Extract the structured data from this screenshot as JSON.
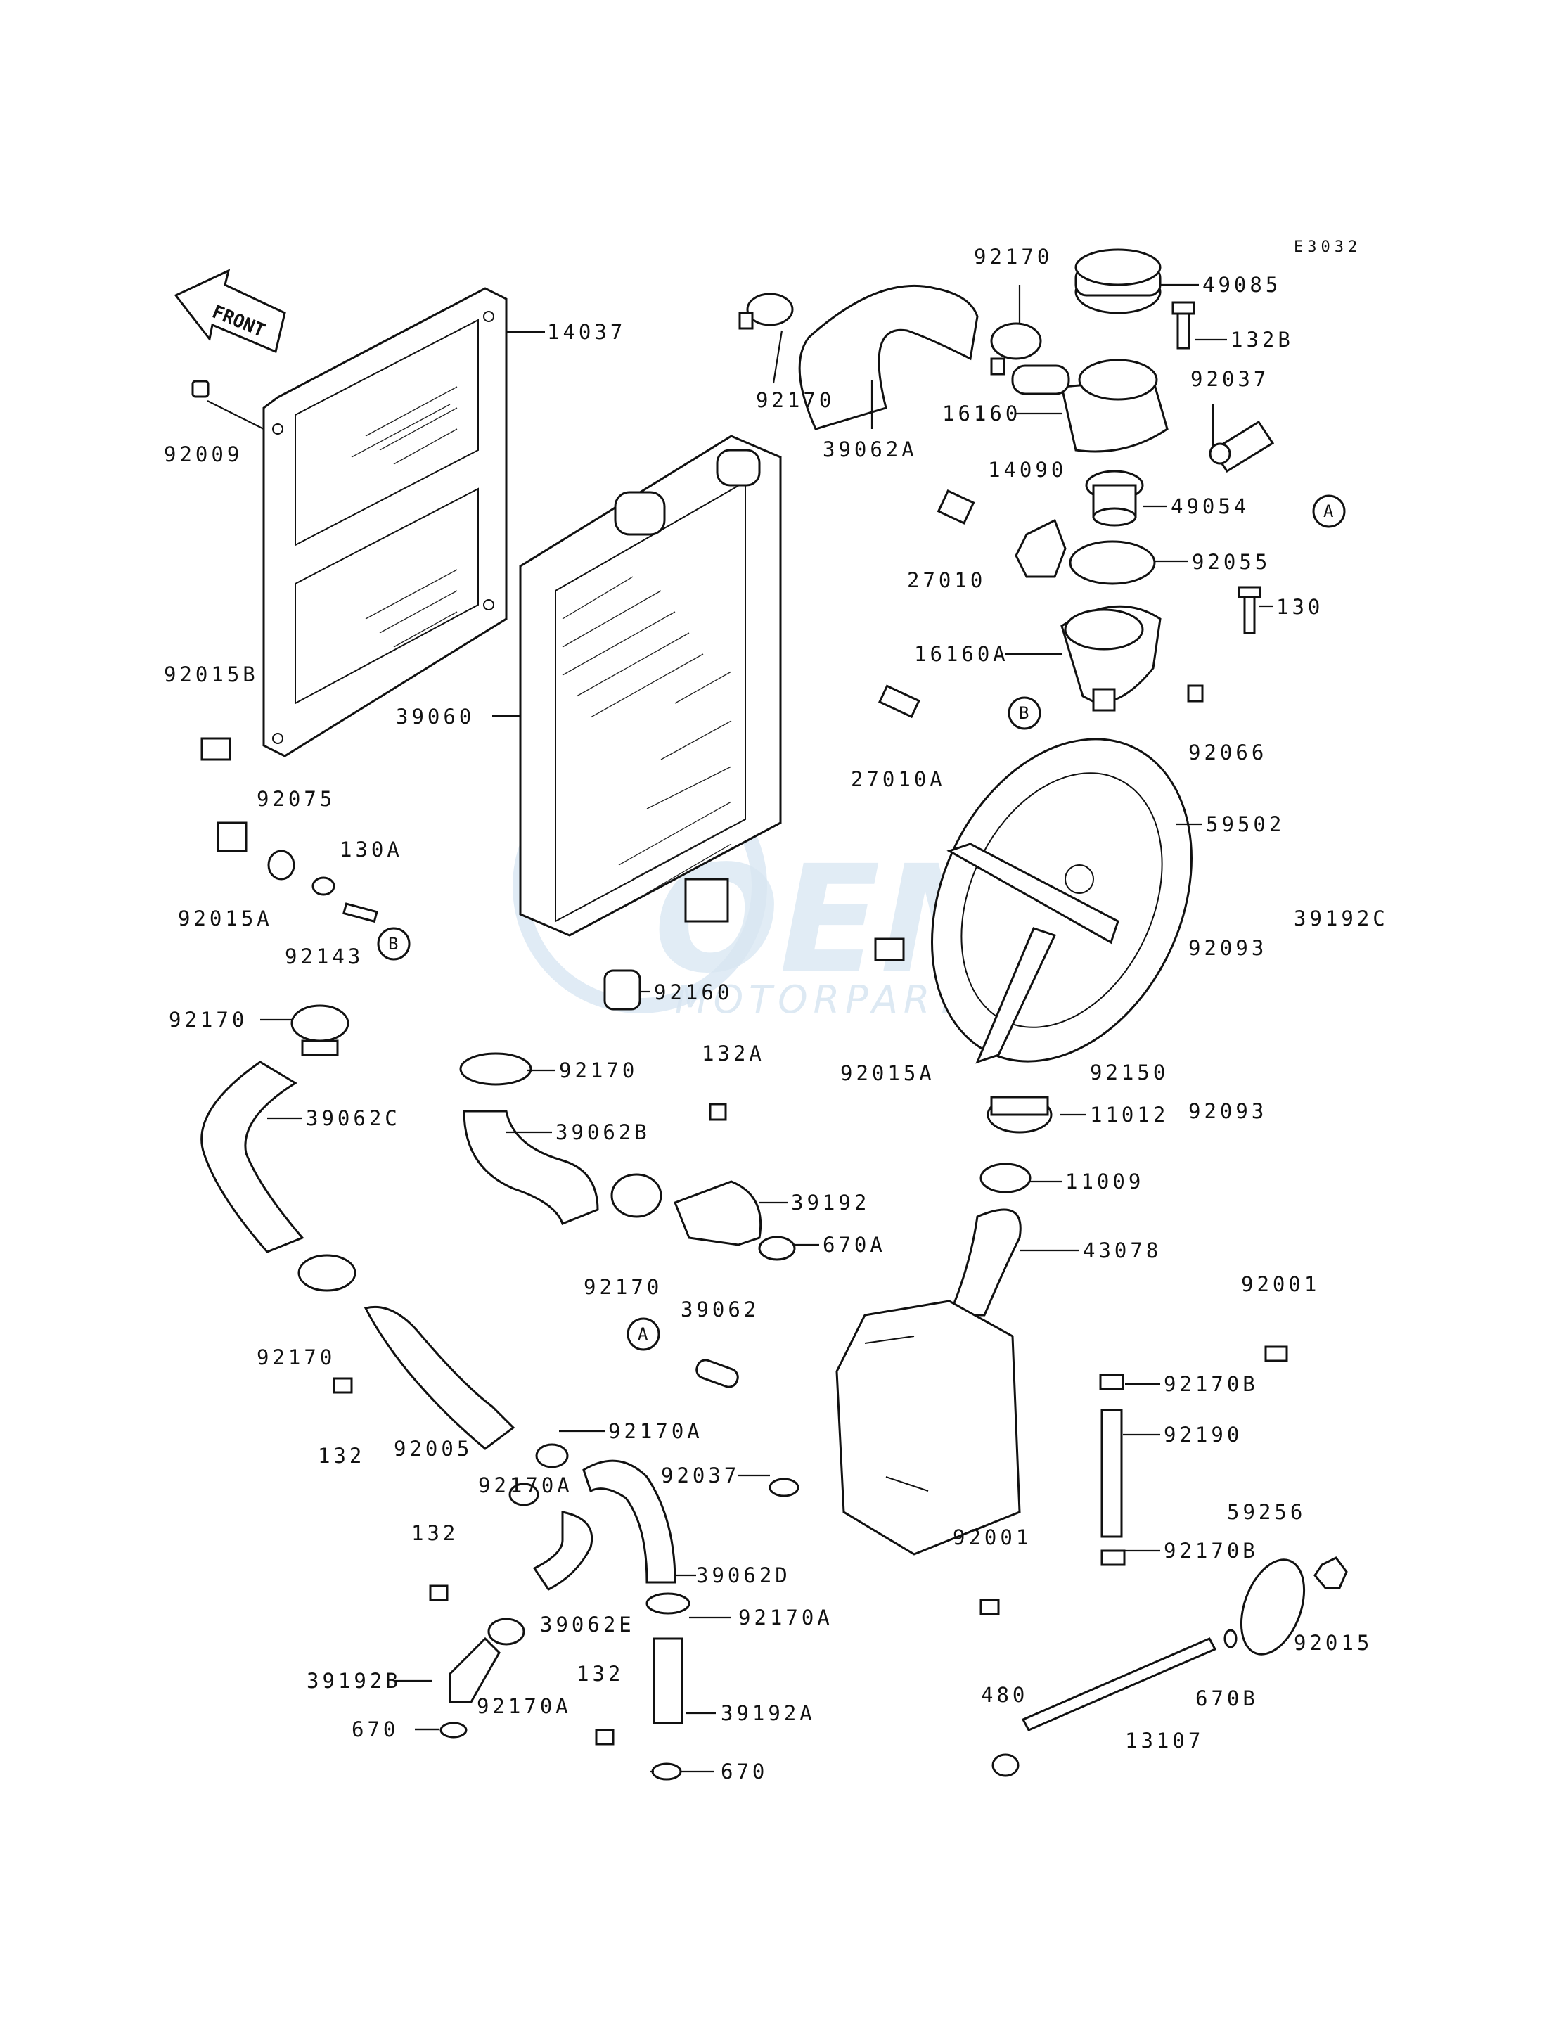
{
  "diagram_code": "E3032",
  "front_label": "FRONT",
  "watermark": {
    "brand": "OEM",
    "sub": "MOTORPARTS"
  },
  "callouts": {
    "p14037": "14037",
    "p92009": "92009",
    "p92015B": "92015B",
    "p39060": "39060",
    "p92015A_left": "92015A",
    "p92075": "92075",
    "p130A": "130A",
    "p92143": "92143",
    "p92170_a": "92170",
    "p39062A": "39062A",
    "p92170_b": "92170",
    "p49085": "49085",
    "p132B": "132B",
    "p16160": "16160",
    "p92037_top": "92037",
    "p14090": "14090",
    "p27010": "27010",
    "p49054": "49054",
    "p92055": "92055",
    "p130": "130",
    "p16160A": "16160A",
    "p92066": "92066",
    "p27010A": "27010A",
    "p59502": "59502",
    "p92093_a": "92093",
    "p39192C": "39192C",
    "p92093_b": "92093",
    "p92160": "92160",
    "p92170_c": "92170",
    "p92015A_mid": "92015A",
    "p92150": "92150",
    "p132A": "132A",
    "p11012": "11012",
    "p11009": "11009",
    "p92170_d": "92170",
    "p39062C": "39062C",
    "p39062B": "39062B",
    "p39192": "39192",
    "p670A": "670A",
    "p92170_e": "92170",
    "p43078": "43078",
    "p92170_f": "92170",
    "p39062": "39062",
    "p92001_a": "92001",
    "p132_a": "132",
    "p92005": "92005",
    "p92170A_a": "92170A",
    "p92170B_a": "92170B",
    "p92190": "92190",
    "p92037_bot": "92037",
    "p92170A_b": "92170A",
    "p132_b": "132",
    "p92001_b": "92001",
    "p59256": "59256",
    "p39062D": "39062D",
    "p92170B_b": "92170B",
    "p92170A_c": "92170A",
    "p92015": "92015",
    "p39062E": "39062E",
    "p39192B": "39192B",
    "p92170A_d": "92170A",
    "p132_c": "132",
    "p39192A": "39192A",
    "p480": "480",
    "p670B": "670B",
    "p670_a": "670",
    "p13107": "13107",
    "p670_b": "670"
  },
  "ref_markers": {
    "A": "A",
    "B": "B"
  }
}
